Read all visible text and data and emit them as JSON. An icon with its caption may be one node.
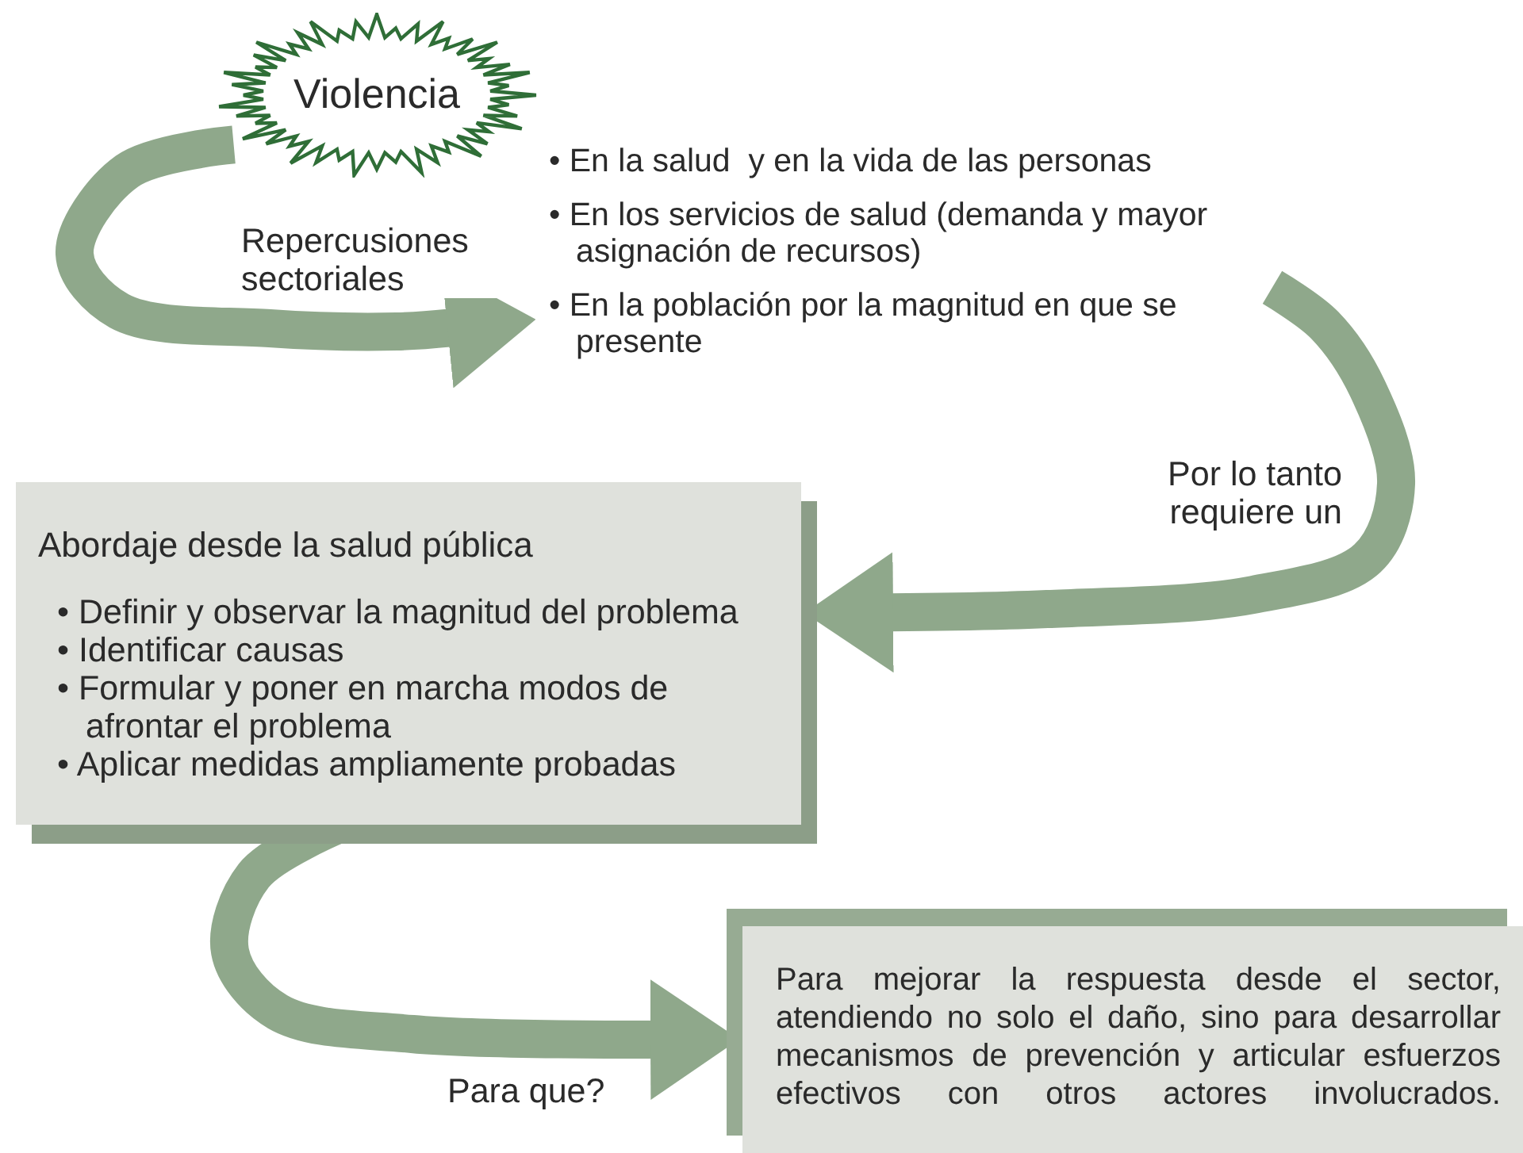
{
  "diagram": {
    "nodes": [
      {
        "text": [
          "Violencia"
        ]
      },
      {
        "text": [
          "• En la salud  y en la vida de las personas",
          "• En los servicios de salud (demanda y mayor asignación de recursos)",
          "• En la población por la magnitud en que se presente"
        ]
      },
      {
        "text": [
          "Abordaje desde la salud pública",
          "• Definir y observar la magnitud del problema",
          "• Identificar causas",
          "• Formular y poner en marcha modos de afrontar el problema",
          "• Aplicar medidas ampliamente probadas"
        ]
      },
      {
        "text": [
          "Para mejorar la respuesta desde el sector, atendiendo no solo el daño, sino para desarrollar mecanismos de prevención y articular esfuerzos efectivos con otros actores involucrados."
        ]
      }
    ],
    "edges": [
      {
        "from": 0,
        "to": 1,
        "arrow": "to",
        "label": "Repercusiones sectoriales"
      },
      {
        "from": 1,
        "to": 2,
        "arrow": "to",
        "label": "Por lo tanto requiere un"
      },
      {
        "from": 2,
        "to": 3,
        "arrow": "to",
        "label": "Para que?"
      }
    ]
  }
}
